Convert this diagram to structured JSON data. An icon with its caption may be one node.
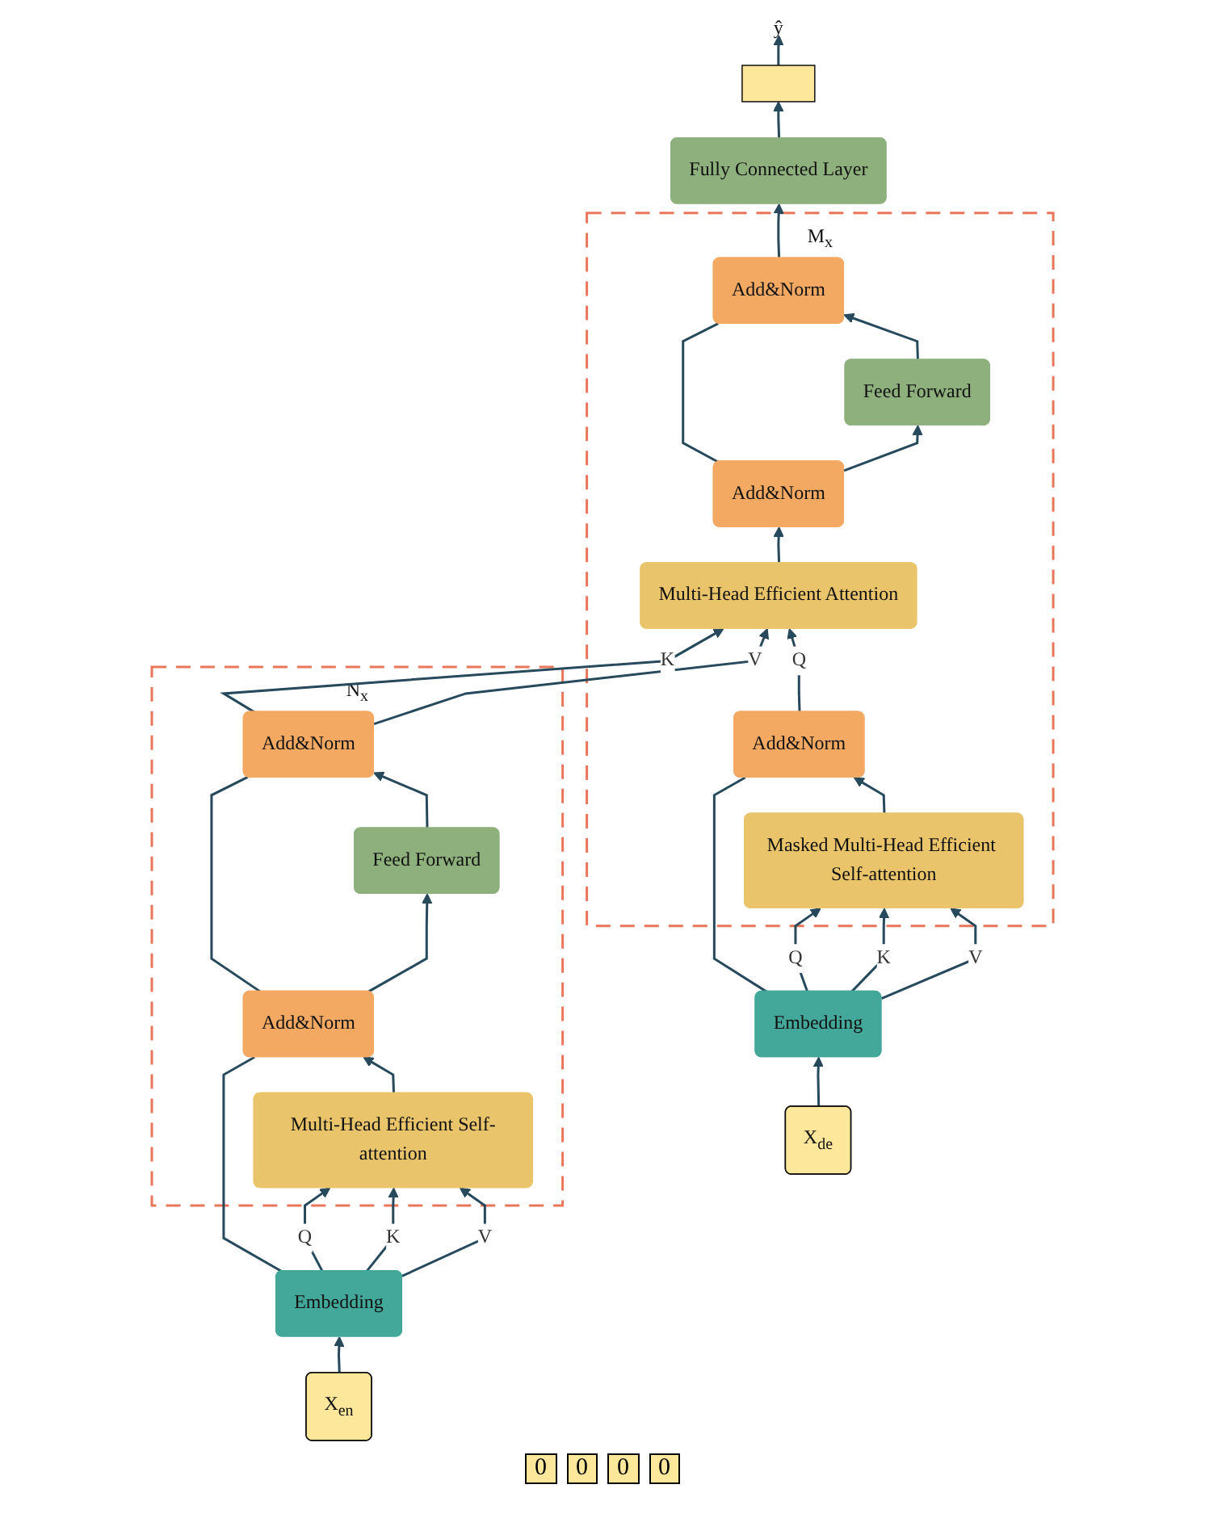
{
  "diagram": {
    "nodes": [
      {
        "text": [
          "N$_{x}$"
        ]
      },
      {
        "text": [
          "Add&Norm"
        ],
        "in": 0
      },
      {
        "text": [
          "Feed Forward"
        ],
        "in": 0
      },
      {
        "text": [
          "Add&Norm"
        ],
        "in": 0
      },
      {
        "text": [
          "Multi-Head Efficient Self-attention"
        ],
        "in": 0
      },
      {
        "text": [
          "Embedding"
        ]
      },
      {
        "text": [
          "X$_{en}$"
        ]
      },
      {
        "text": [
          "M$_{x}$"
        ]
      },
      {
        "text": [
          "Add&Norm"
        ],
        "in": 7
      },
      {
        "text": [
          "Feed Forward"
        ],
        "in": 7
      },
      {
        "text": [
          "Add&Norm"
        ],
        "in": 7
      },
      {
        "text": [
          "Multi-Head Efficient Attention"
        ],
        "in": 7
      },
      {
        "text": [
          "Add&Norm"
        ],
        "in": 7
      },
      {
        "text": [
          "Masked Multi-Head Efficient Self-attention"
        ],
        "in": 7
      },
      {
        "text": [
          "Embedding"
        ]
      },
      {
        "text": [
          "X$_{de}$"
        ]
      },
      {
        "text": [
          "Fully Connected Layer"
        ]
      },
      {
        "text": [],
        "shape": "box"
      },
      {
        "text": [
          "ŷ"
        ]
      }
    ],
    "edges": [
      {
        "from": 6,
        "to": 5,
        "arrow": "to"
      },
      {
        "from": 5,
        "to": 4,
        "arrow": "to",
        "label": "Q"
      },
      {
        "from": 5,
        "to": 4,
        "arrow": "to",
        "label": "K"
      },
      {
        "from": 5,
        "to": 4,
        "arrow": "to",
        "label": "V"
      },
      {
        "from": 5,
        "to": 3,
        "arrow": "none"
      },
      {
        "from": 4,
        "to": 3,
        "arrow": "to"
      },
      {
        "from": 3,
        "to": 2,
        "arrow": "to"
      },
      {
        "from": 3,
        "to": 1,
        "arrow": "none"
      },
      {
        "from": 2,
        "to": 1,
        "arrow": "to"
      },
      {
        "from": 1,
        "to": 11,
        "arrow": "to",
        "label": "K"
      },
      {
        "from": 1,
        "to": 11,
        "arrow": "to",
        "label": "V"
      },
      {
        "from": 15,
        "to": 14,
        "arrow": "to"
      },
      {
        "from": 14,
        "to": 13,
        "arrow": "to",
        "label": "Q"
      },
      {
        "from": 14,
        "to": 13,
        "arrow": "to",
        "label": "K"
      },
      {
        "from": 14,
        "to": 13,
        "arrow": "to",
        "label": "V"
      },
      {
        "from": 14,
        "to": 12,
        "arrow": "none"
      },
      {
        "from": 13,
        "to": 12,
        "arrow": "to"
      },
      {
        "from": 12,
        "to": 11,
        "arrow": "to",
        "label": "Q"
      },
      {
        "from": 11,
        "to": 10,
        "arrow": "to"
      },
      {
        "from": 10,
        "to": 9,
        "arrow": "to"
      },
      {
        "from": 10,
        "to": 8,
        "arrow": "none"
      },
      {
        "from": 9,
        "to": 8,
        "arrow": "to"
      },
      {
        "from": 8,
        "to": 16,
        "arrow": "to"
      },
      {
        "from": 16,
        "to": 17,
        "arrow": "to"
      },
      {
        "from": 17,
        "to": 18,
        "arrow": "to"
      }
    ],
    "labels": [
      "0",
      "0",
      "0",
      "0"
    ]
  }
}
